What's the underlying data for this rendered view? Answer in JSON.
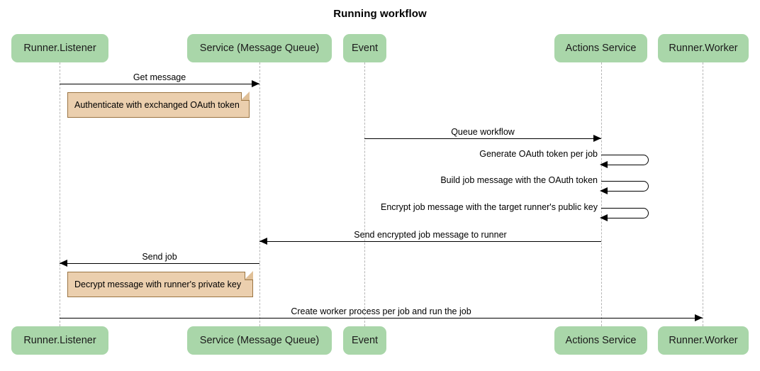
{
  "diagram": {
    "title": "Running workflow",
    "type": "sequence-diagram",
    "colors": {
      "participant_fill": "#a9d6a9",
      "note_fill": "#ebcfae",
      "note_border": "#9a7442",
      "lifeline": "#b6b6b6",
      "line": "#000000"
    },
    "participants": [
      {
        "id": "runner-listener",
        "label": "Runner.Listener"
      },
      {
        "id": "service-message-queue",
        "label": "Service (Message Queue)"
      },
      {
        "id": "event",
        "label": "Event"
      },
      {
        "id": "actions-service",
        "label": "Actions Service"
      },
      {
        "id": "runner-worker",
        "label": "Runner.Worker"
      }
    ],
    "messages": [
      {
        "id": "m1",
        "label": "Get message",
        "from": "runner-listener",
        "to": "service-message-queue",
        "direction": "right"
      },
      {
        "id": "m2",
        "label": "Queue workflow",
        "from": "event",
        "to": "actions-service",
        "direction": "right"
      },
      {
        "id": "m3",
        "label": "Generate OAuth token per job",
        "from": "actions-service",
        "to": "actions-service",
        "direction": "self"
      },
      {
        "id": "m4",
        "label": "Build job message with the OAuth token",
        "from": "actions-service",
        "to": "actions-service",
        "direction": "self"
      },
      {
        "id": "m5",
        "label": "Encrypt job message with the target runner's public key",
        "from": "actions-service",
        "to": "actions-service",
        "direction": "self"
      },
      {
        "id": "m6",
        "label": "Send encrypted job message to runner",
        "from": "actions-service",
        "to": "service-message-queue",
        "direction": "left"
      },
      {
        "id": "m7",
        "label": "Send job",
        "from": "service-message-queue",
        "to": "runner-listener",
        "direction": "left"
      },
      {
        "id": "m8",
        "label": "Create worker process per job and run the job",
        "from": "runner-listener",
        "to": "runner-worker",
        "direction": "right"
      }
    ],
    "notes": [
      {
        "id": "n1",
        "label": "Authenticate with exchanged OAuth token"
      },
      {
        "id": "n2",
        "label": "Decrypt message with runner's private key"
      }
    ]
  }
}
